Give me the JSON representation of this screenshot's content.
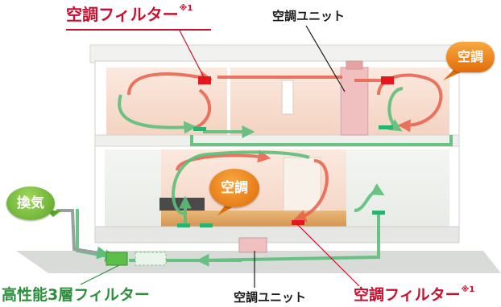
{
  "labels": {
    "filter_top": "空調フィルター",
    "filter_top_note": "※1",
    "unit_top": "空調ユニット",
    "filter_bottom": "空調フィルター",
    "filter_bottom_note": "※1",
    "unit_bottom": "空調ユニット",
    "hepa_filter": "高性能3層フィルター"
  },
  "bubbles": {
    "ac_right": "空調",
    "ac_mid": "空調",
    "ventilation": "換気"
  },
  "colors": {
    "supply_air": "#e8604a",
    "return_air": "#5cbf7a",
    "filter": "#e8141e",
    "vent_green": "#5aa52a",
    "ac_orange": "#f08a1e",
    "label_red": "#c8102e",
    "label_green": "#2c8f3c"
  }
}
